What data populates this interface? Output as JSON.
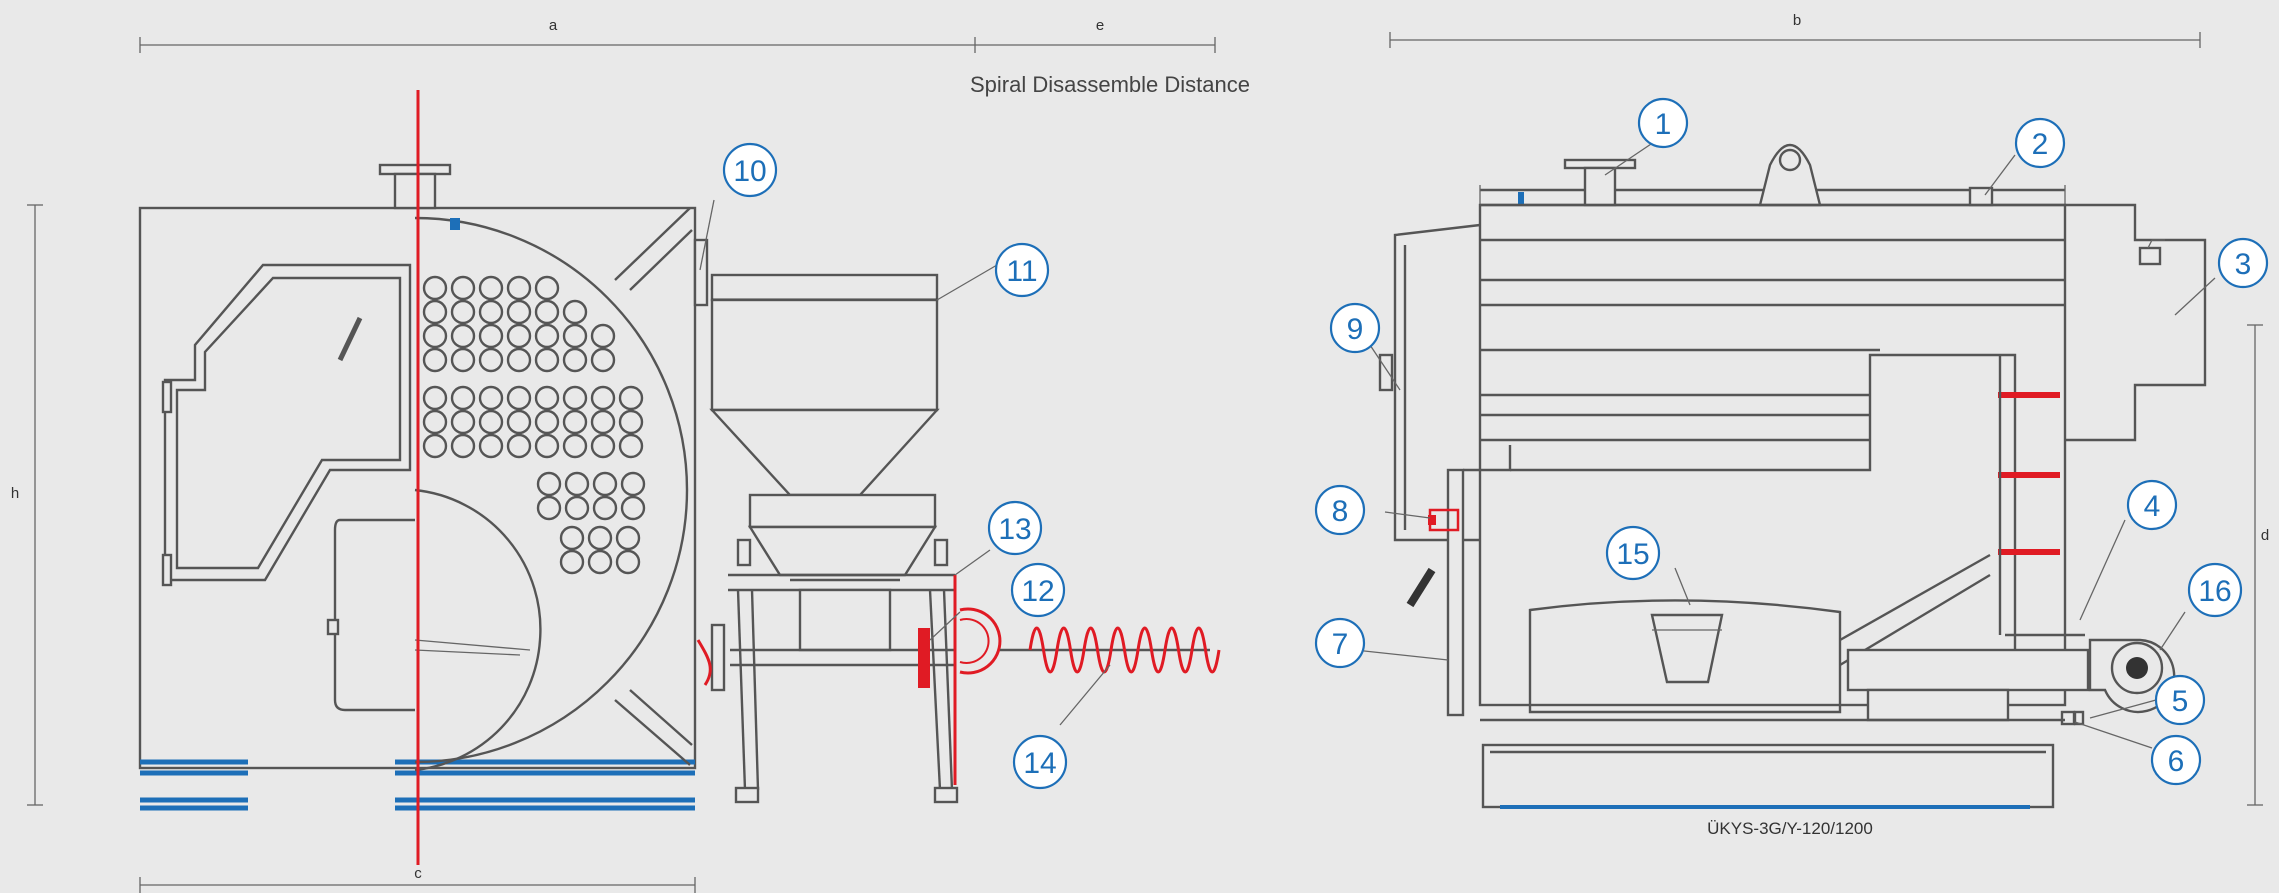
{
  "dimensions": {
    "a": "a",
    "e": "e",
    "b": "b",
    "c": "c",
    "h": "h",
    "d": "d"
  },
  "spiral_note": "Spiral Disassemble Distance",
  "model_label": "ÜKYS-3G/Y-120/1200",
  "callouts": [
    "1",
    "2",
    "3",
    "4",
    "5",
    "6",
    "7",
    "8",
    "9",
    "10",
    "11",
    "12",
    "13",
    "14",
    "15",
    "16"
  ],
  "colors": {
    "accent_red": "#e01b24",
    "callout_blue": "#1d6fb8",
    "line_grey": "#555555"
  }
}
